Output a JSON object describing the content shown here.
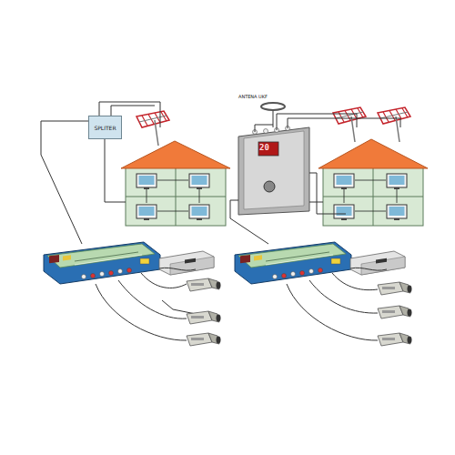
{
  "diagram": {
    "nodes": [
      {
        "text": [
          "SPLITER"
        ]
      }
    ],
    "labels": [
      "ANTENA UKF",
      "20"
    ]
  }
}
